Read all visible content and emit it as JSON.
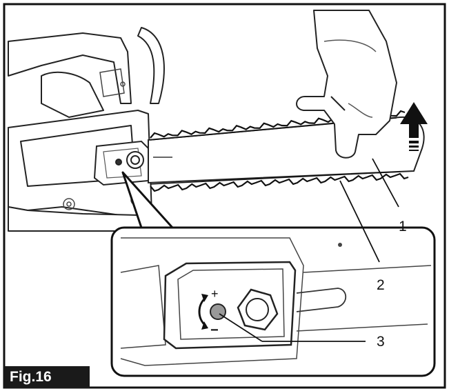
{
  "figure": {
    "label": "Fig.16",
    "callouts": {
      "c1": "1",
      "c2": "2",
      "c3": "3"
    },
    "symbols": {
      "plus": "+",
      "minus": "−"
    },
    "icons": [
      "up-arrow-icon",
      "curved-adjust-arrow-icon",
      "glove-hand-icon"
    ],
    "colors": {
      "ink": "#111111",
      "label_bg": "#1a1a1a",
      "label_text": "#ffffff"
    }
  }
}
